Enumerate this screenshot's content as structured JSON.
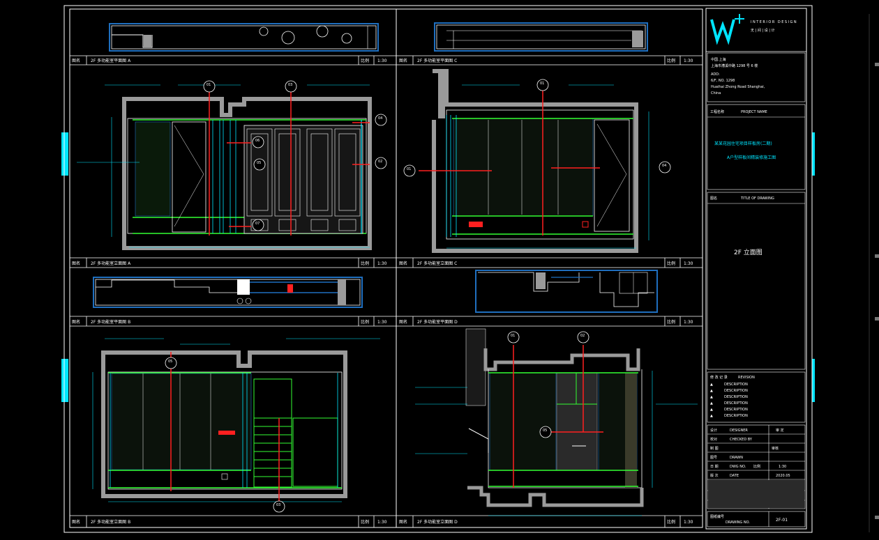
{
  "panels": {
    "plan_a": {
      "title": "2F 多功能室平面图 A",
      "tag": "图名",
      "scale_label": "比例",
      "scale": "1:30"
    },
    "plan_c": {
      "title": "2F 多功能室平面图 C",
      "tag": "图名",
      "scale_label": "比例",
      "scale": "1:30"
    },
    "elev_a": {
      "title": "2F 多功能室立面图 A",
      "tag": "图名",
      "scale_label": "比例",
      "scale": "1:30"
    },
    "elev_c": {
      "title": "2F 多功能室立面图 C",
      "tag": "图名",
      "scale_label": "比例",
      "scale": "1:30"
    },
    "plan_b": {
      "title": "2F 多功能室平面图 B",
      "tag": "图名",
      "scale_label": "比例",
      "scale": "1:30"
    },
    "plan_d": {
      "title": "2F 多功能室平面图 D",
      "tag": "图名",
      "scale_label": "比例",
      "scale": "1:30"
    },
    "elev_b": {
      "title": "2F 多功能室立面图 B",
      "tag": "图名",
      "scale_label": "比例",
      "scale": "1:30"
    },
    "elev_d": {
      "title": "2F 多功能室立面图 D",
      "tag": "图名",
      "scale_label": "比例",
      "scale": "1:30"
    }
  },
  "callouts": {
    "elev_a": [
      "01",
      "03",
      "04",
      "02",
      "06",
      "05",
      "07"
    ],
    "elev_c": [
      "01",
      "01",
      "04"
    ],
    "elev_b": [
      "05",
      "03"
    ],
    "elev_d": [
      "01",
      "02",
      "05"
    ]
  },
  "title_block": {
    "brand_line1": "INTERIOR DESIGN",
    "brand_line2": "无 | 间 | 设 | 计",
    "company": "中国.上海",
    "address_cn": "上海市漕溪中路 1298 号 6 楼",
    "addr_label": "ADD:",
    "address_en_1": "6/F, NO. 1298",
    "address_en_2": "Huaihai Zhong Road Shanghai,",
    "address_en_3": "China",
    "project_label": "工程名称",
    "project_label_en": "PROJECT NAME",
    "project_name_1": "某某花园住宅项目样板房(二期)",
    "project_name_2": "A户型样板间精装修施工图",
    "drawing_label": "图名",
    "drawing_label_en": "TITLE OF DRAWING",
    "drawing_name": "2F 立面图",
    "revision_header": "修 改 记 录",
    "revision_header_en": "REVISION",
    "revisions": [
      "DESCRIPTION",
      "DESCRIPTION",
      "DESCRIPTION",
      "DESCRIPTION",
      "DESCRIPTION",
      "DESCRIPTION"
    ],
    "rows": [
      {
        "k": "设计",
        "v": "DESIGNER",
        "k2": "审 定",
        "v2": ""
      },
      {
        "k": "校对",
        "v": "CHECKED BY",
        "k2": "审核",
        "v2": ""
      },
      {
        "k": "制 图",
        "v": "DRAWN",
        "k2": "",
        "v2": ""
      },
      {
        "k": "图号",
        "v": "DWG NO.",
        "k2": "",
        "v2": ""
      },
      {
        "k": "日 期",
        "v": "DATE",
        "k2": "比例",
        "v2": "1:30"
      },
      {
        "k": "版 次",
        "v": "",
        "k2": "",
        "v2": "2020.05"
      }
    ],
    "sheet_label": "图纸编号",
    "sheet_label_en": "DRAWING NO.",
    "sheet_no": "2F-01"
  },
  "colors": {
    "background": "#000000",
    "frame": "#ffffff",
    "cyan": "#00e5ff",
    "green": "#33ff33",
    "red": "#ff2020",
    "blue": "#1f6fbf",
    "gray": "#9a9a9a"
  }
}
